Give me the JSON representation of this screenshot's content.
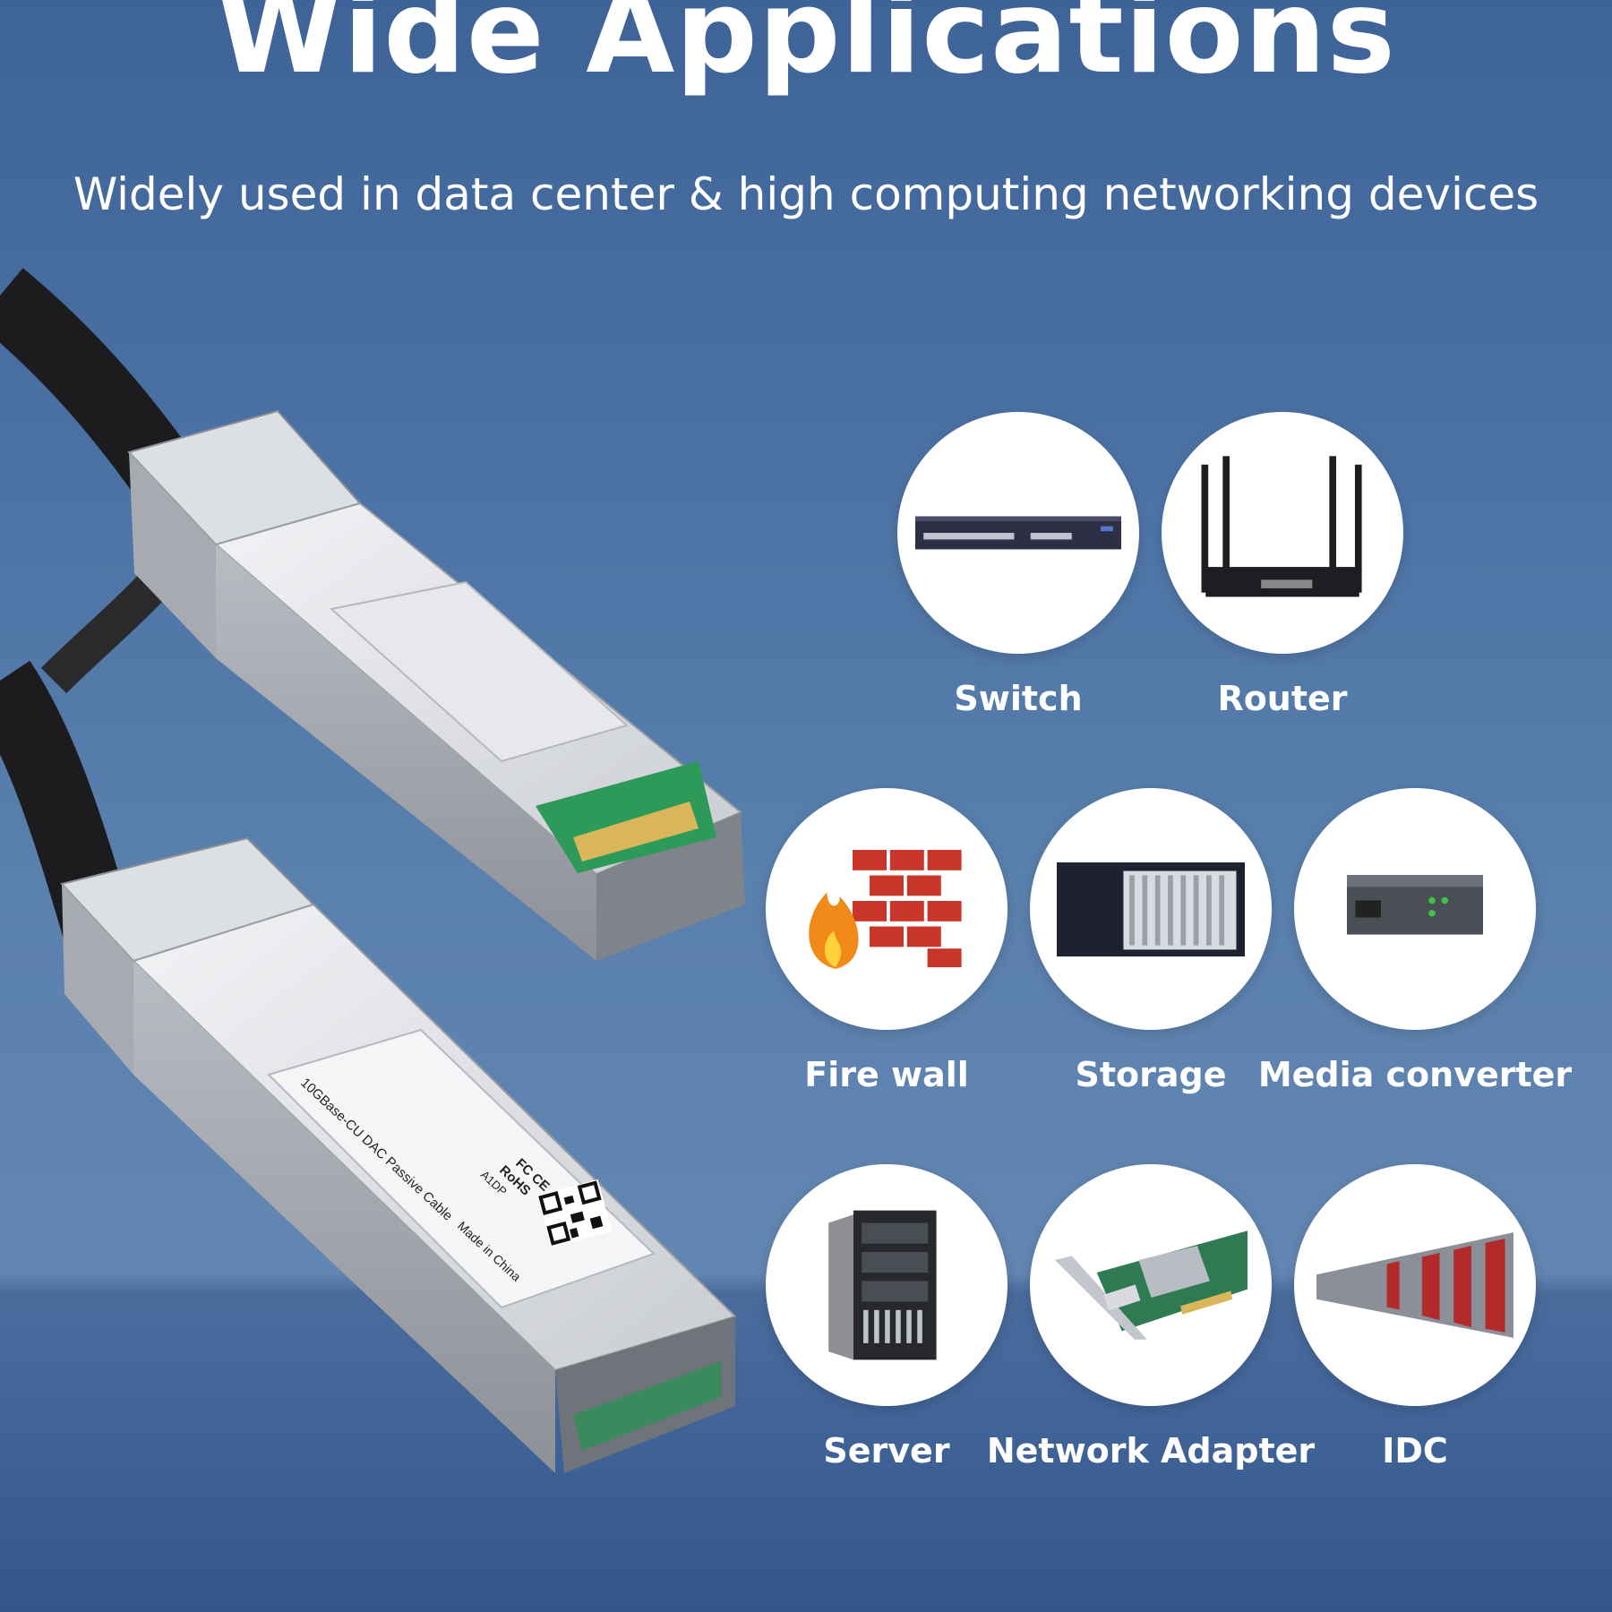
{
  "header": {
    "title": "Wide Applications",
    "subtitle": "Widely used in data center & high computing networking devices"
  },
  "product": {
    "label_model": "10GBase-CU DAC Passive Cable",
    "label_origin": "Made in China",
    "label_rohs": "RoHS",
    "label_certs": "FC CE",
    "label_code": "A1DP"
  },
  "applications": [
    {
      "label": "Switch",
      "icon": "switch-icon"
    },
    {
      "label": "Router",
      "icon": "router-icon"
    },
    {
      "label": "Fire wall",
      "icon": "firewall-icon"
    },
    {
      "label": "Storage",
      "icon": "storage-icon"
    },
    {
      "label": "Media converter",
      "icon": "media-converter-icon"
    },
    {
      "label": "Server",
      "icon": "server-icon"
    },
    {
      "label": "Network Adapter",
      "icon": "network-adapter-icon"
    },
    {
      "label": "IDC",
      "icon": "idc-icon"
    }
  ],
  "colors": {
    "background": "#4a70a3",
    "pcb": "#2e9a5a",
    "firewall": "#c8362a"
  }
}
